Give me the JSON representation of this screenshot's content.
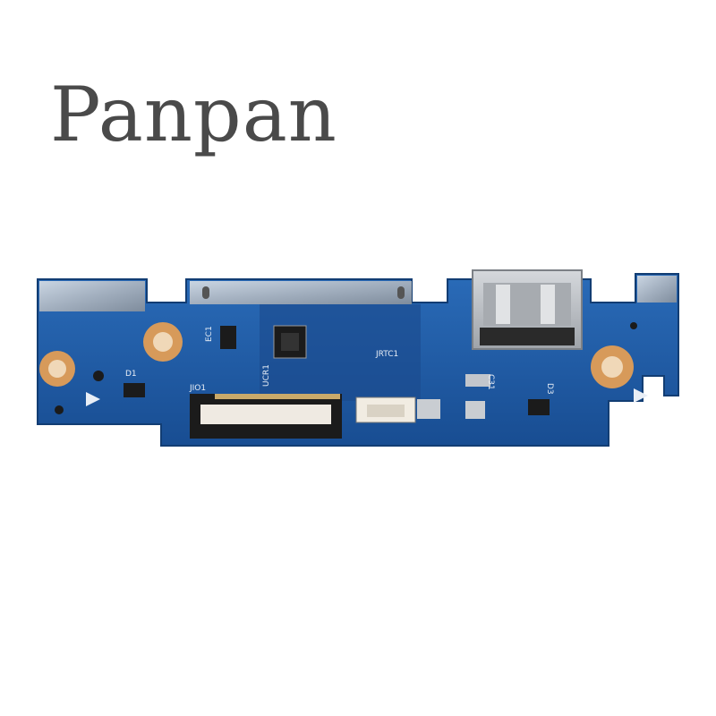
{
  "brand": {
    "name": "Panpan"
  },
  "board": {
    "labels": {
      "ec1": "EC1",
      "d1": "D1",
      "jio1": "JIO1",
      "ucr1": "UCR1",
      "jrtc1": "JRTC1",
      "c31": "C31",
      "d3": "D3"
    },
    "colors": {
      "pcb": "#1f5aa8",
      "pcb_dark": "#184a8e",
      "pad_copper": "#d79a5a",
      "metal": "#c9cdd2",
      "connector": "#1b1b1b",
      "mask_text": "#e8eef6"
    }
  }
}
